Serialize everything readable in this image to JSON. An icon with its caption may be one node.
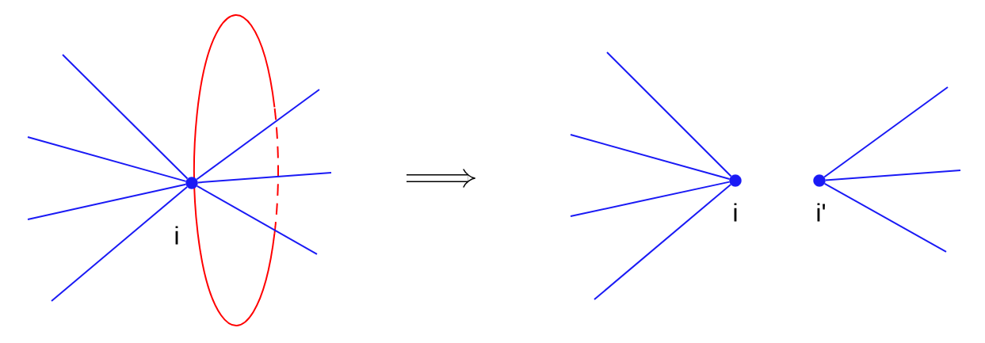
{
  "diagram": {
    "nodes": [
      {
        "text": [],
        "shape": "circle",
        "beside": [
          "i"
        ]
      },
      {
        "text": [],
        "shape": "circle",
        "beside": [
          "i"
        ]
      },
      {
        "text": [],
        "shape": "circle",
        "beside": [
          "i'"
        ]
      }
    ],
    "edges": [
      {
        "from": 0,
        "to": null,
        "arrow": "none"
      },
      {
        "from": 0,
        "to": null,
        "arrow": "none"
      },
      {
        "from": 0,
        "to": null,
        "arrow": "none"
      },
      {
        "from": 0,
        "to": null,
        "arrow": "none"
      },
      {
        "from": 0,
        "to": null,
        "arrow": "none"
      },
      {
        "from": 0,
        "to": null,
        "arrow": "none"
      },
      {
        "from": 0,
        "to": null,
        "arrow": "none"
      },
      {
        "from": 1,
        "to": null,
        "arrow": "none"
      },
      {
        "from": 1,
        "to": null,
        "arrow": "none"
      },
      {
        "from": 1,
        "to": null,
        "arrow": "none"
      },
      {
        "from": 1,
        "to": null,
        "arrow": "none"
      },
      {
        "from": 2,
        "to": null,
        "arrow": "none"
      },
      {
        "from": 2,
        "to": null,
        "arrow": "none"
      },
      {
        "from": 2,
        "to": null,
        "arrow": "none"
      }
    ]
  }
}
